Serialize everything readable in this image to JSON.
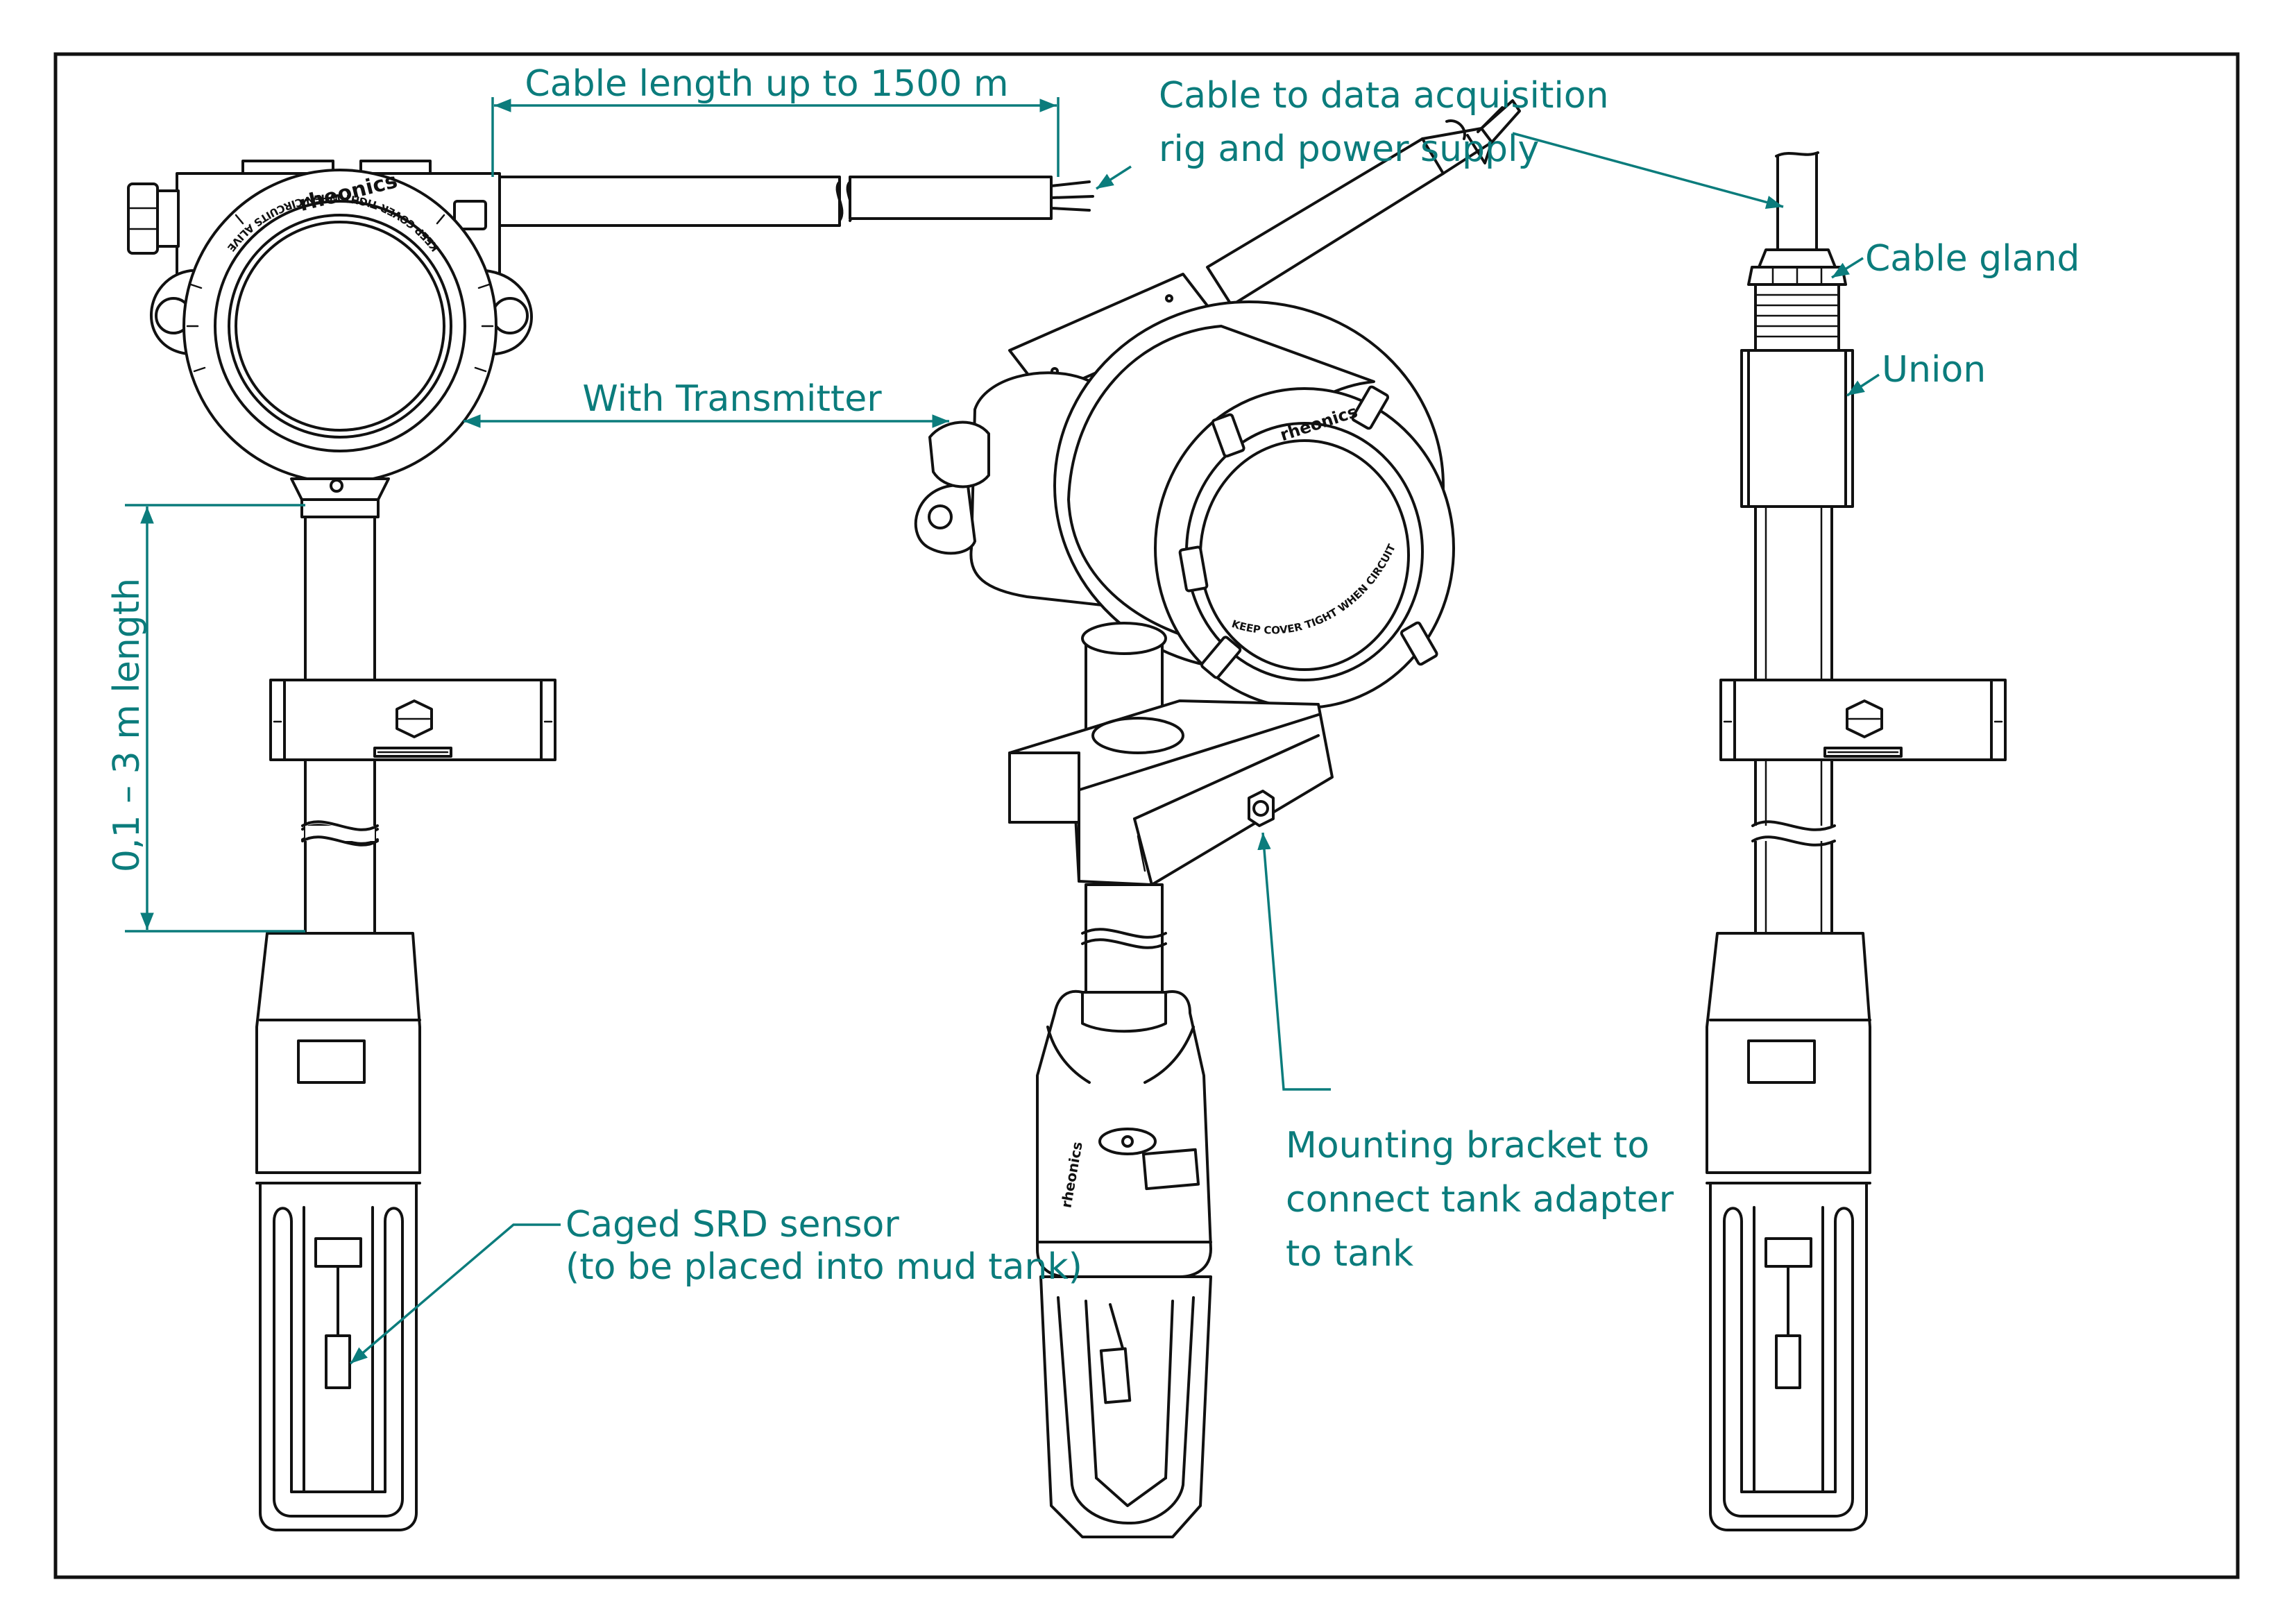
{
  "labels": {
    "cable_length": "Cable length up to 1500 m",
    "cable_to_daq_line1": "Cable to data acquisition",
    "cable_to_daq_line2": "rig and power supply",
    "cable_gland": "Cable gland",
    "union": "Union",
    "with_transmitter": "With Transmitter",
    "length_range": "0,1 – 3 m length",
    "caged_sensor_line1": "Caged SRD sensor",
    "caged_sensor_line2": "(to be placed into mud tank)",
    "bracket_line1": "Mounting bracket to",
    "bracket_line2": "connect tank adapter",
    "bracket_line3": "to tank"
  },
  "branding": {
    "logo_text": "rheonics",
    "housing_ring_text": "KEEP COVER TIGHT WHEN CIRCUITS ALIVE",
    "housing_ring_text_3d": "KEEP COVER TIGHT WHEN CIRCUITS ALIVE",
    "sensor_text_3d": "rheonics"
  },
  "colors": {
    "annotation": "#0b7c7c",
    "linework": "#111111",
    "background": "#ffffff"
  }
}
